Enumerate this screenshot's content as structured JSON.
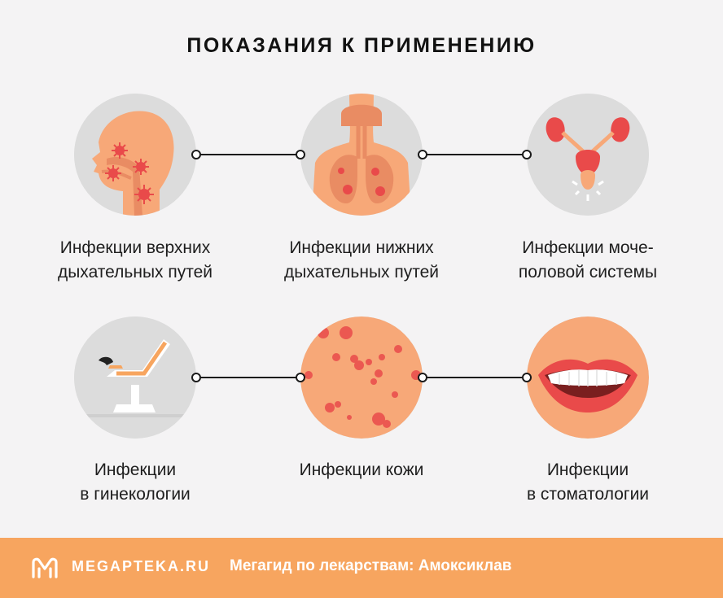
{
  "title": "ПОКАЗАНИЯ К ПРИМЕНЕНИЮ",
  "items": [
    {
      "line1": "Инфекции верхних",
      "line2": "дыхательных путей",
      "icon": "upper-respiratory-icon"
    },
    {
      "line1": "Инфекции нижних",
      "line2": "дыхательных путей",
      "icon": "lungs-icon"
    },
    {
      "line1": "Инфекции моче-",
      "line2": "половой системы",
      "icon": "kidneys-icon"
    },
    {
      "line1": "Инфекции",
      "line2": "в гинекологии",
      "icon": "gynecology-chair-icon"
    },
    {
      "line1": "Инфекции кожи",
      "line2": "",
      "icon": "skin-rash-icon"
    },
    {
      "line1": "Инфекции",
      "line2": "в стоматологии",
      "icon": "smile-teeth-icon"
    }
  ],
  "footer": {
    "brand": "MEGAPTEKA.RU",
    "tagline": "Мегагид по лекарствам: Амоксиклав",
    "icon": "megapteka-logo-icon"
  },
  "colors": {
    "background": "#f4f3f4",
    "circle_gray": "#dcdcdc",
    "skin": "#f7a878",
    "accent_orange": "#f7a55f",
    "virus_red": "#e94a4a"
  }
}
